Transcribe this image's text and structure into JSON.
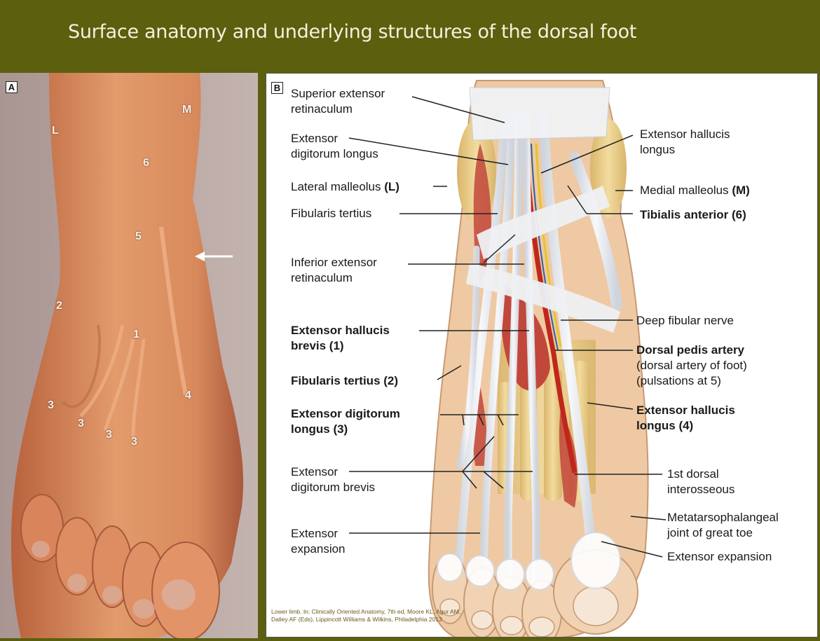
{
  "header": {
    "title": "Surface anatomy and underlying structures of the dorsal foot"
  },
  "panel_a": {
    "tag": "A",
    "markers": {
      "lateral": "L",
      "medial": "M",
      "tibialis": "6",
      "pedis": "5",
      "fibularis": "2",
      "hallucis_brevis": "1",
      "digitorum_1": "3",
      "digitorum_2": "3",
      "digitorum_3": "3",
      "digitorum_4": "3",
      "hallucis_longus": "4"
    }
  },
  "panel_b": {
    "tag": "B",
    "labels": {
      "superior_retinaculum": [
        "Superior extensor",
        "retinaculum"
      ],
      "edl_top": [
        "Extensor",
        "digitorum longus"
      ],
      "lateral_malleolus": {
        "text": "Lateral malleolus",
        "marker": "(L)"
      },
      "fibularis_top": "Fibularis tertius",
      "inferior_retinaculum": [
        "Inferior extensor",
        "retinaculum"
      ],
      "ehb": [
        "Extensor hallucis",
        "brevis (1)"
      ],
      "fibularis_2": "Fibularis tertius (2)",
      "edl_3": [
        "Extensor digitorum",
        "longus (3)"
      ],
      "edb": [
        "Extensor",
        "digitorum brevis"
      ],
      "expansion_left": [
        "Extensor",
        "expansion"
      ],
      "ehl_top": [
        "Extensor hallucis",
        "longus"
      ],
      "medial_malleolus": {
        "text": "Medial malleolus",
        "marker": "(M)"
      },
      "tibialis": "Tibialis anterior (6)",
      "deep_fibular": "Deep fibular nerve",
      "dorsal_pedis": {
        "title": "Dorsal pedis artery",
        "line2": "(dorsal artery of foot)",
        "line3": "(pulsations at 5)"
      },
      "ehl_4": [
        "Extensor hallucis",
        "longus (4)"
      ],
      "interosseous": [
        "1st dorsal",
        "interosseous"
      ],
      "mtp_joint": [
        "Metatarsophalangeal",
        "joint of great toe"
      ],
      "expansion_right": "Extensor expansion"
    }
  },
  "citation": [
    "Lower limb. In: Clinically Oriented Anatomy, 7th ed, Moore KL, Agur AM,",
    "Dalley AF (Eds), Lippincott Williams & Wilkins, Philadelphia 2013"
  ],
  "colors": {
    "header_bg": "#5b5f0e",
    "title": "#f4f1de",
    "skin": "#d98a5c",
    "tendon": "#eef0f3",
    "muscle": "#c2473b",
    "bone": "#e8cf8e"
  }
}
